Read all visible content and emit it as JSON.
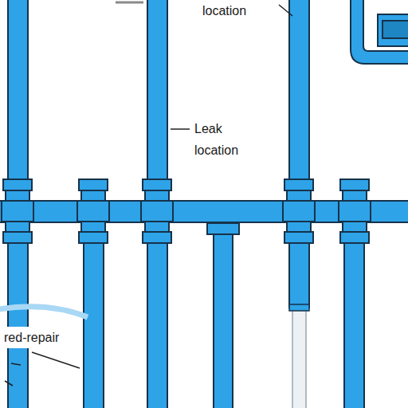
{
  "diagram": {
    "labels": [
      "location",
      "Leak location",
      "red-repair"
    ]
  }
}
